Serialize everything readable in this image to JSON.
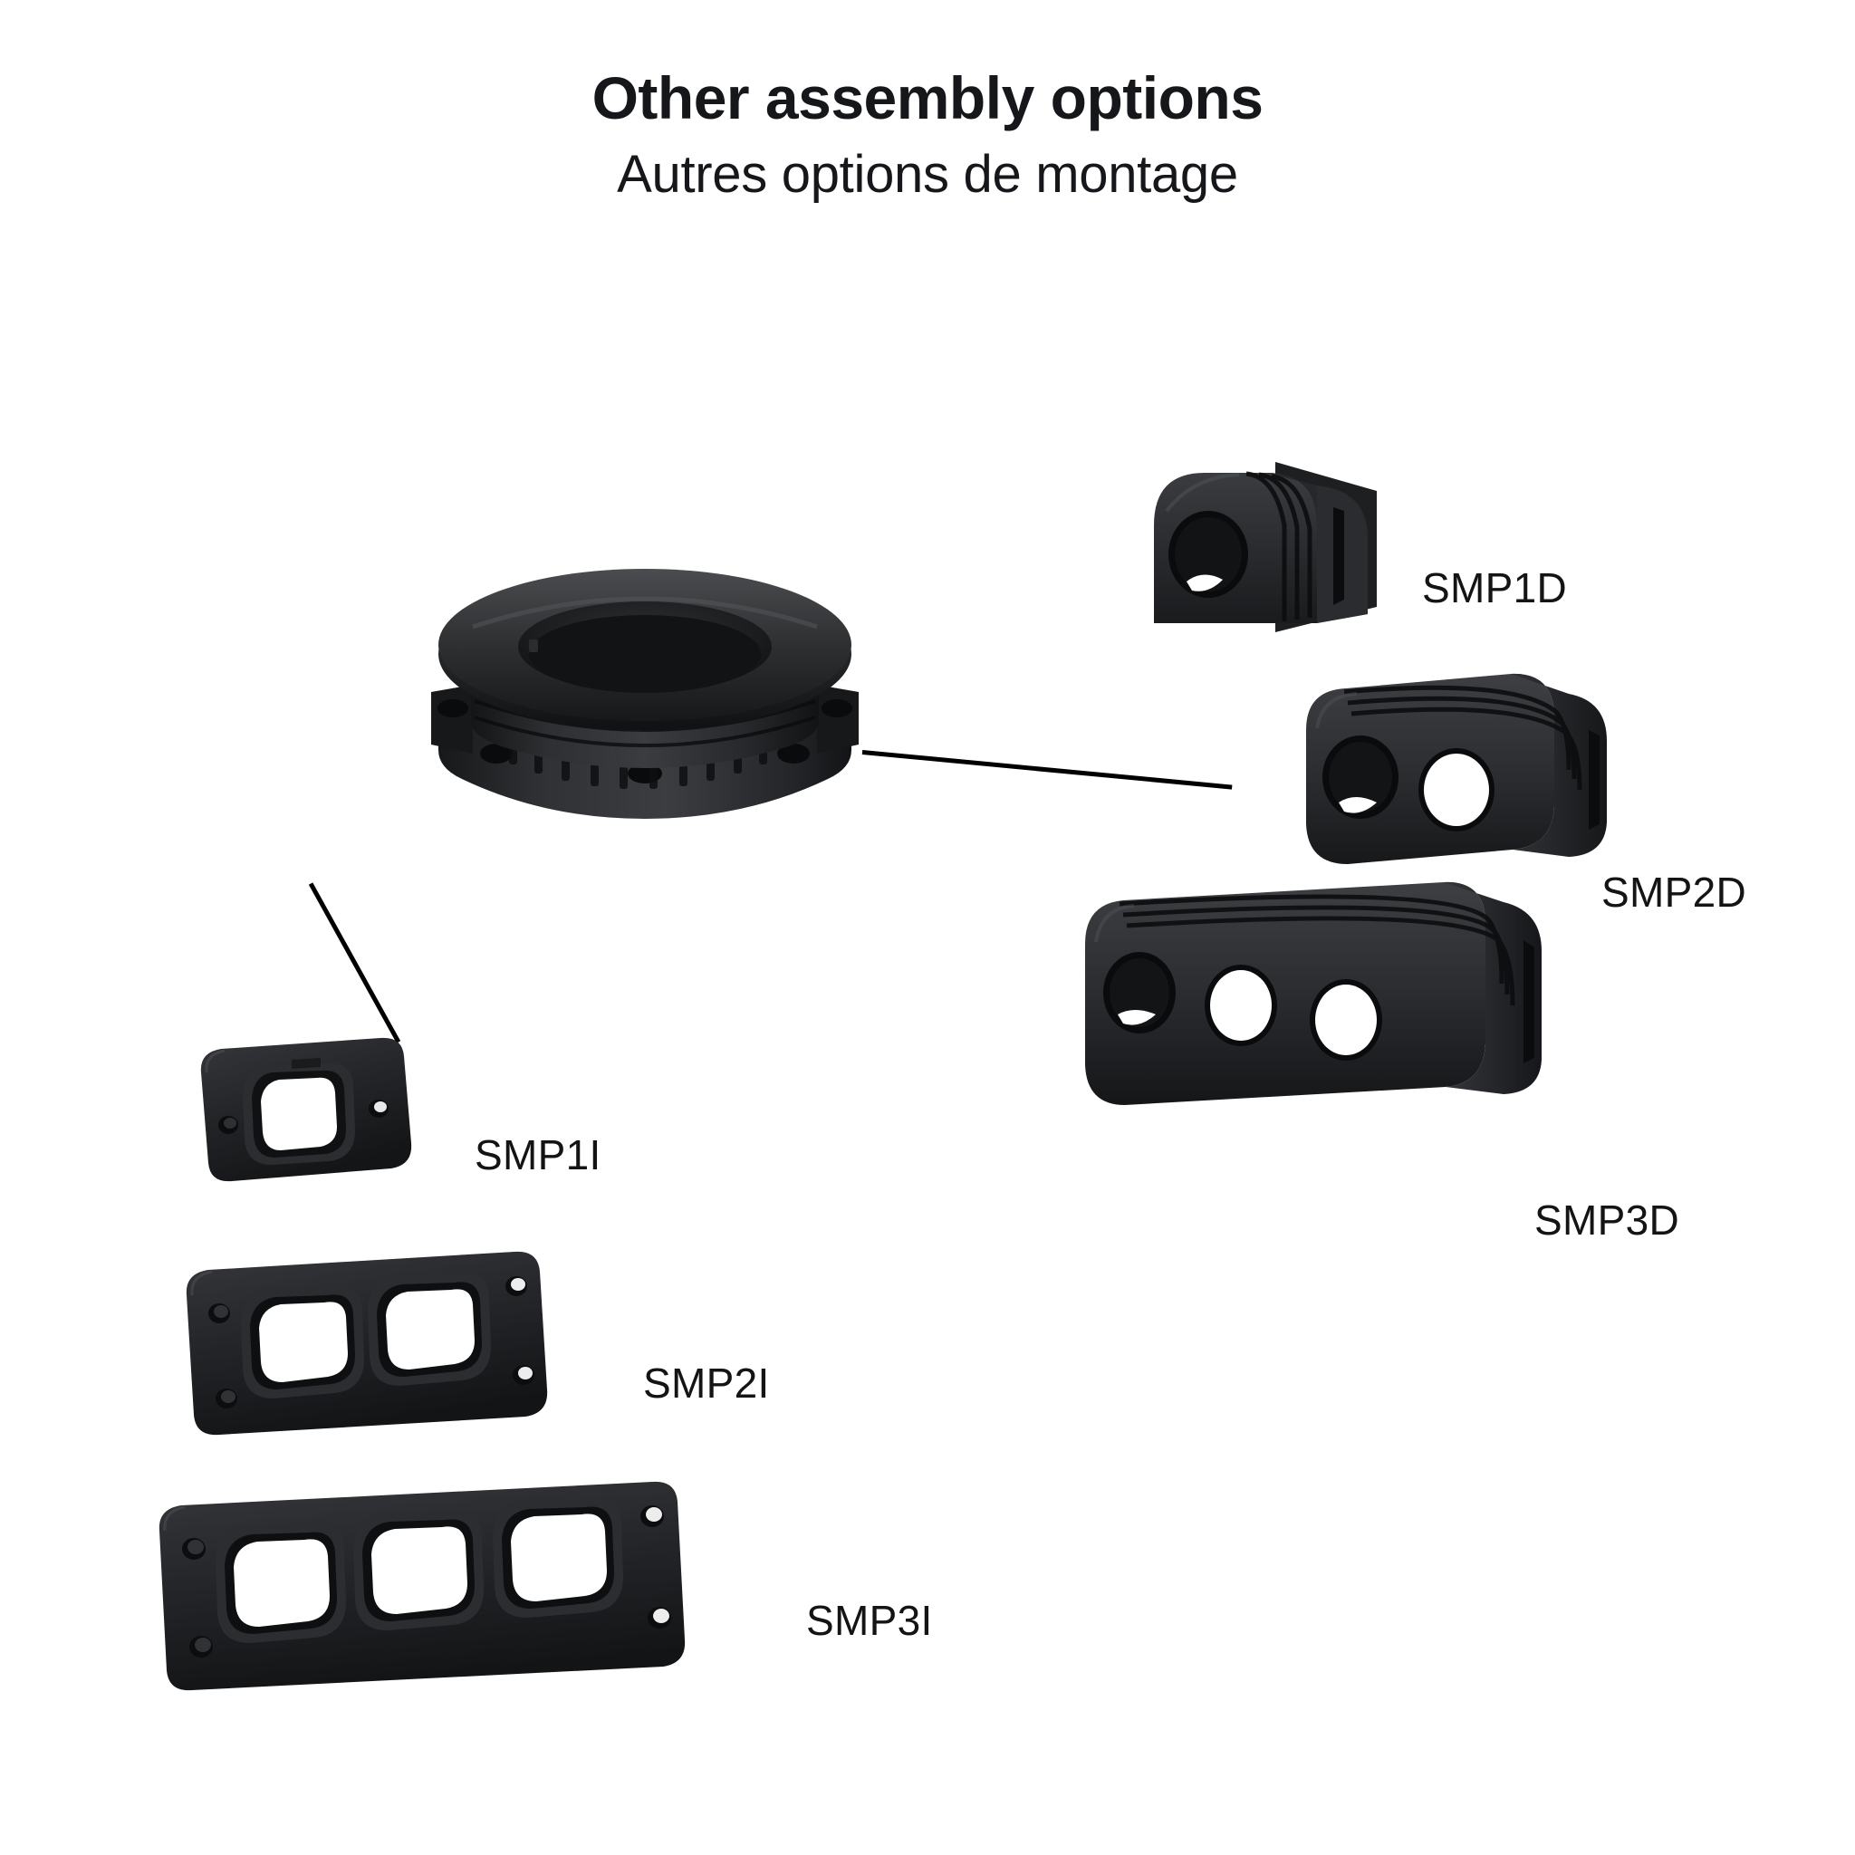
{
  "header": {
    "title": "Other assembly options",
    "subtitle": "Autres options de montage"
  },
  "parts": [
    {
      "id": "smp1d",
      "label": "SMP1D",
      "kind": "surface-mount-box",
      "holes": 1,
      "description": "Single outlet surface mount housing, rounded dome top"
    },
    {
      "id": "smp2d",
      "label": "SMP2D",
      "kind": "surface-mount-box",
      "holes": 2,
      "description": "Double outlet surface mount housing"
    },
    {
      "id": "smp3d",
      "label": "SMP3D",
      "kind": "surface-mount-box",
      "holes": 3,
      "description": "Triple outlet surface mount housing"
    },
    {
      "id": "smp1i",
      "label": "SMP1I",
      "kind": "flush-mount-plate",
      "holes": 1,
      "description": "Single opening flush mount bezel plate with two screw holes"
    },
    {
      "id": "smp2i",
      "label": "SMP2I",
      "kind": "flush-mount-plate",
      "holes": 2,
      "description": "Double opening flush mount bezel plate with four screw holes"
    },
    {
      "id": "smp3i",
      "label": "SMP3I",
      "kind": "flush-mount-plate",
      "holes": 3,
      "description": "Triple opening flush mount bezel plate with four screw holes"
    }
  ],
  "center_part": {
    "id": "socket-mount",
    "description": "Round flanged threaded socket body with ribbed locking ring"
  },
  "colors": {
    "background": "#ffffff",
    "text": "#141414",
    "product_black": "#1c1c1e",
    "product_highlight": "#6b6d70",
    "leader_line": "#000000"
  }
}
